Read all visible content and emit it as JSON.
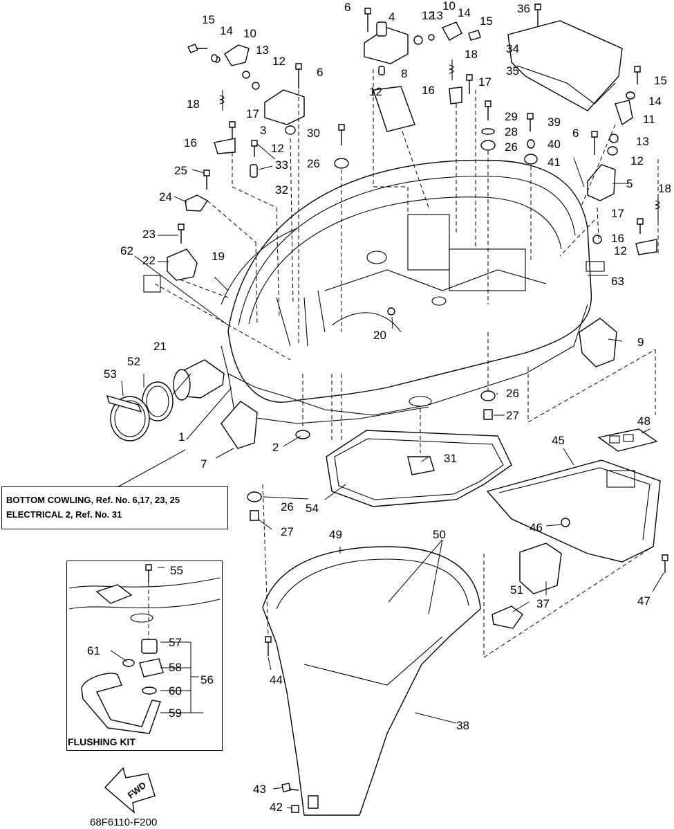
{
  "diagram": {
    "drawing_code": "68F6110-F200",
    "reference_note": {
      "line1": "BOTTOM COWLING, Ref. No. 6,17, 23, 25",
      "line2": "ELECTRICAL 2, Ref. No. 31"
    },
    "flushing_kit_title": "FLUSHING KIT",
    "fwd_label": "FWD",
    "callouts": [
      "1",
      "2",
      "3",
      "4",
      "5",
      "6",
      "7",
      "8",
      "9",
      "10",
      "11",
      "12",
      "13",
      "14",
      "15",
      "16",
      "17",
      "18",
      "19",
      "20",
      "21",
      "22",
      "23",
      "24",
      "25",
      "26",
      "27",
      "28",
      "29",
      "30",
      "31",
      "32",
      "33",
      "34",
      "35",
      "36",
      "37",
      "38",
      "39",
      "40",
      "41",
      "42",
      "43",
      "44",
      "45",
      "46",
      "47",
      "48",
      "49",
      "50",
      "51",
      "52",
      "53",
      "54",
      "55",
      "56",
      "57",
      "58",
      "59",
      "60",
      "61",
      "62",
      "63"
    ]
  }
}
